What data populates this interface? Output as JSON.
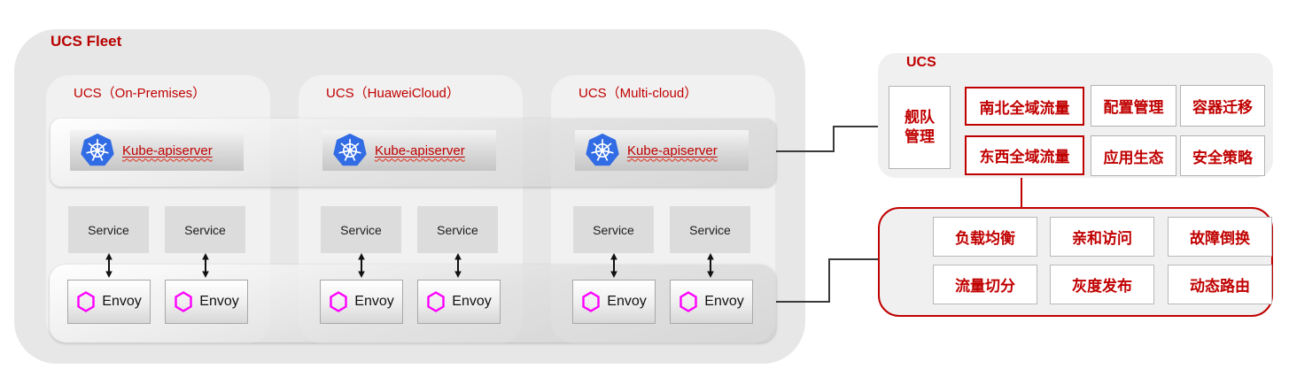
{
  "colors": {
    "accent_red": "#c00000",
    "kubernetes_blue": "#326ce5",
    "envoy_magenta": "#ff00ff",
    "connector_dark": "#3a3a3a",
    "fleet_background": "#e7e7e7",
    "cluster_background": "#f1f1f1",
    "panel_background": "#f0f0f0"
  },
  "fleet": {
    "title": "UCS Fleet",
    "clusters": [
      {
        "title": "UCS（On-Premises）",
        "apiserver_label": "Kube-apiserver",
        "services": [
          "Service",
          "Service"
        ],
        "envoy_label": "Envoy"
      },
      {
        "title": "UCS（HuaweiCloud）",
        "apiserver_label": "Kube-apiserver",
        "services": [
          "Service",
          "Service"
        ],
        "envoy_label": "Envoy"
      },
      {
        "title": "UCS（Multi-cloud）",
        "apiserver_label": "Kube-apiserver",
        "services": [
          "Service",
          "Service"
        ],
        "envoy_label": "Envoy"
      }
    ]
  },
  "ucs_panel": {
    "title": "UCS",
    "fleet_mgmt_label": "舰队管理",
    "grid": [
      {
        "label": "南北全域流量",
        "highlighted": true
      },
      {
        "label": "配置管理",
        "highlighted": false
      },
      {
        "label": "容器迁移",
        "highlighted": false
      },
      {
        "label": "东西全域流量",
        "highlighted": true
      },
      {
        "label": "应用生态",
        "highlighted": false
      },
      {
        "label": "安全策略",
        "highlighted": false
      }
    ]
  },
  "traffic_panel": {
    "items": [
      "负载均衡",
      "亲和访问",
      "故障倒换",
      "流量切分",
      "灰度发布",
      "动态路由"
    ]
  }
}
